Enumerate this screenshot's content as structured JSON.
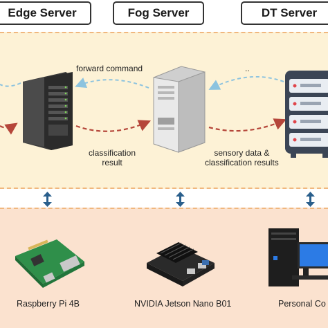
{
  "headers": {
    "edge": "Edge Server",
    "fog": "Fog Server",
    "dt": "DT Server"
  },
  "labels": {
    "forward_command": "forward command",
    "ellipsis": "..",
    "classification_result": "classification\nresult",
    "sensory_data": "sensory data &\nclassification results"
  },
  "devices": {
    "raspberry": "Raspberry Pi 4B",
    "jetson": "NVIDIA Jetson Nano B01",
    "pc": "Personal Co"
  },
  "colors": {
    "top_band": "#fdf2d6",
    "bottom_band": "#fbe2cf",
    "dashed_border": "#f0b77e",
    "arrow_red": "#b5463a",
    "arrow_blue": "#8cc3df",
    "vertical_arrow": "#2a5f8c"
  }
}
